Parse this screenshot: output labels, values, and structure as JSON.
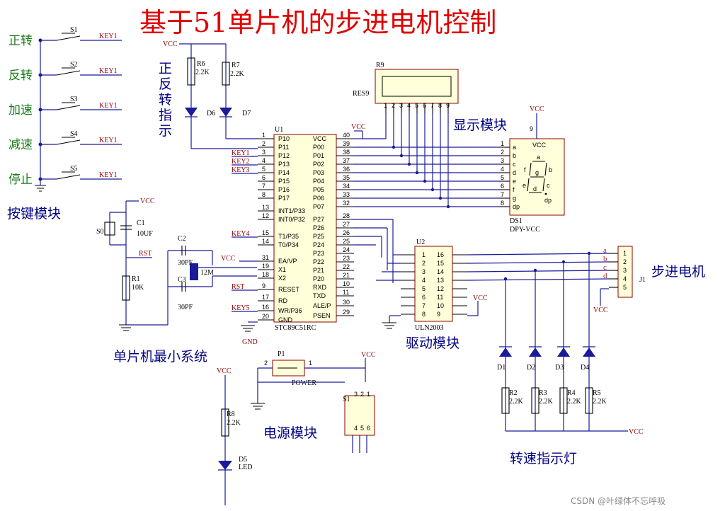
{
  "title": "基于51单片机的步进电机控制",
  "watermark": "CSDN @叶绿体不忘呼吸",
  "modules": {
    "keys": "按键模块",
    "display": "显示模块",
    "mcu_min": "单片机最小系统",
    "driver": "驱动模块",
    "motor": "步进电机",
    "power": "电源模块",
    "speed_led": "转速指示灯",
    "dir_led": "正反转指示"
  },
  "buttons": [
    {
      "label": "正转",
      "ref": "S1",
      "net": "KEY1"
    },
    {
      "label": "反转",
      "ref": "S2",
      "net": "KEY1"
    },
    {
      "label": "加速",
      "ref": "S3",
      "net": "KEY1"
    },
    {
      "label": "减速",
      "ref": "S4",
      "net": "KEY1"
    },
    {
      "label": "停止",
      "ref": "S5",
      "net": "KEY1"
    }
  ],
  "nets": {
    "vcc": "VCC",
    "gnd": "GND",
    "rst": "RST"
  },
  "mcu": {
    "ref": "U1",
    "part": "STC89C51RC",
    "left_pins": [
      {
        "num": "1",
        "name": "P10",
        "net": ""
      },
      {
        "num": "2",
        "name": "P11",
        "net": ""
      },
      {
        "num": "3",
        "name": "P12",
        "net": "KEY1"
      },
      {
        "num": "4",
        "name": "P13",
        "net": "KEY2"
      },
      {
        "num": "5",
        "name": "P14",
        "net": "KEY3"
      },
      {
        "num": "6",
        "name": "P15",
        "net": ""
      },
      {
        "num": "7",
        "name": "P16",
        "net": ""
      },
      {
        "num": "8",
        "name": "P17",
        "net": ""
      },
      {
        "num": "13",
        "name": "INT1/P33",
        "net": ""
      },
      {
        "num": "12",
        "name": "INT0/P32",
        "net": ""
      },
      {
        "num": "15",
        "name": "T1/P35",
        "net": "KEY4"
      },
      {
        "num": "14",
        "name": "T0/P34",
        "net": ""
      },
      {
        "num": "31",
        "name": "EA/VP",
        "net": "VCC"
      },
      {
        "num": "19",
        "name": "X1",
        "net": ""
      },
      {
        "num": "18",
        "name": "X2",
        "net": ""
      },
      {
        "num": "9",
        "name": "RESET",
        "net": "RST"
      },
      {
        "num": "17",
        "name": "RD",
        "net": ""
      },
      {
        "num": "16",
        "name": "WR/P36",
        "net": "KEY5"
      },
      {
        "num": "20",
        "name": "GND",
        "net": ""
      }
    ],
    "right_pins": [
      {
        "num": "40",
        "name": "VCC"
      },
      {
        "num": "39",
        "name": "P00"
      },
      {
        "num": "38",
        "name": "P01"
      },
      {
        "num": "37",
        "name": "P02"
      },
      {
        "num": "36",
        "name": "P03"
      },
      {
        "num": "35",
        "name": "P04"
      },
      {
        "num": "34",
        "name": "P05"
      },
      {
        "num": "33",
        "name": "P06"
      },
      {
        "num": "32",
        "name": "P07"
      },
      {
        "num": "28",
        "name": "P27"
      },
      {
        "num": "27",
        "name": "P26"
      },
      {
        "num": "26",
        "name": "P25"
      },
      {
        "num": "25",
        "name": "P24"
      },
      {
        "num": "24",
        "name": "P23"
      },
      {
        "num": "23",
        "name": "P22"
      },
      {
        "num": "22",
        "name": "P21"
      },
      {
        "num": "21",
        "name": "P20"
      },
      {
        "num": "10",
        "name": "RXD"
      },
      {
        "num": "11",
        "name": "TXD"
      },
      {
        "num": "30",
        "name": "ALE/P"
      },
      {
        "num": "29",
        "name": "PSEN"
      }
    ]
  },
  "uln": {
    "ref": "U2",
    "part": "ULN2003",
    "left": [
      "1",
      "2",
      "3",
      "4",
      "5",
      "6",
      "7",
      "8"
    ],
    "right": [
      "16",
      "15",
      "14",
      "13",
      "12",
      "11",
      "10",
      "9"
    ]
  },
  "display": {
    "ref": "DS1",
    "part": "DPY-VCC",
    "pins": [
      "1",
      "2",
      "3",
      "4",
      "5",
      "6",
      "7",
      "8"
    ],
    "segs": [
      "a",
      "b",
      "c",
      "d",
      "e",
      "f",
      "g",
      "dp"
    ],
    "vcc_pin": "9",
    "seg_inner": {
      "a": "a",
      "b": "b",
      "c": "c",
      "d": "d",
      "e": "e",
      "f": "f",
      "g": "g",
      "dp": "dp"
    },
    "vcc_label": "VCC"
  },
  "resnet": {
    "ref": "R9",
    "part": "RES9"
  },
  "motor_conn": {
    "ref": "J1",
    "pins": [
      "1",
      "2",
      "3",
      "4",
      "5"
    ],
    "phases": [
      "a",
      "b",
      "c",
      "d"
    ]
  },
  "passives": {
    "R1": {
      "ref": "R1",
      "val": "10K"
    },
    "R6": {
      "ref": "R6",
      "val": "2.2K"
    },
    "R7": {
      "ref": "R7",
      "val": "2.2K"
    },
    "R8": {
      "ref": "R8",
      "val": "2.2K"
    },
    "C1": {
      "ref": "C1",
      "val": "10UF"
    },
    "C2": {
      "ref": "C2",
      "val": "30PF"
    },
    "C3": {
      "ref": "C3",
      "val": "30PF"
    },
    "X1": {
      "val": "12M"
    },
    "S0": {
      "ref": "S0"
    }
  },
  "speed_leds": [
    {
      "d": "D1",
      "r": "R2",
      "val": "2.2K"
    },
    {
      "d": "D2",
      "r": "R3",
      "val": "2.2K"
    },
    {
      "d": "D3",
      "r": "R4",
      "val": "2.2K"
    },
    {
      "d": "D4",
      "r": "R5",
      "val": "2.2K"
    }
  ],
  "dir_leds": [
    {
      "d": "D6"
    },
    {
      "d": "D7"
    }
  ],
  "power": {
    "p1": "P1",
    "p1_label": "POWER",
    "s1": "S1",
    "d5": "D5",
    "d5_label": "LED",
    "p1_pins": [
      "2",
      "1"
    ],
    "s1_pins": [
      "3",
      "2",
      "1",
      "4",
      "5",
      "6"
    ]
  }
}
